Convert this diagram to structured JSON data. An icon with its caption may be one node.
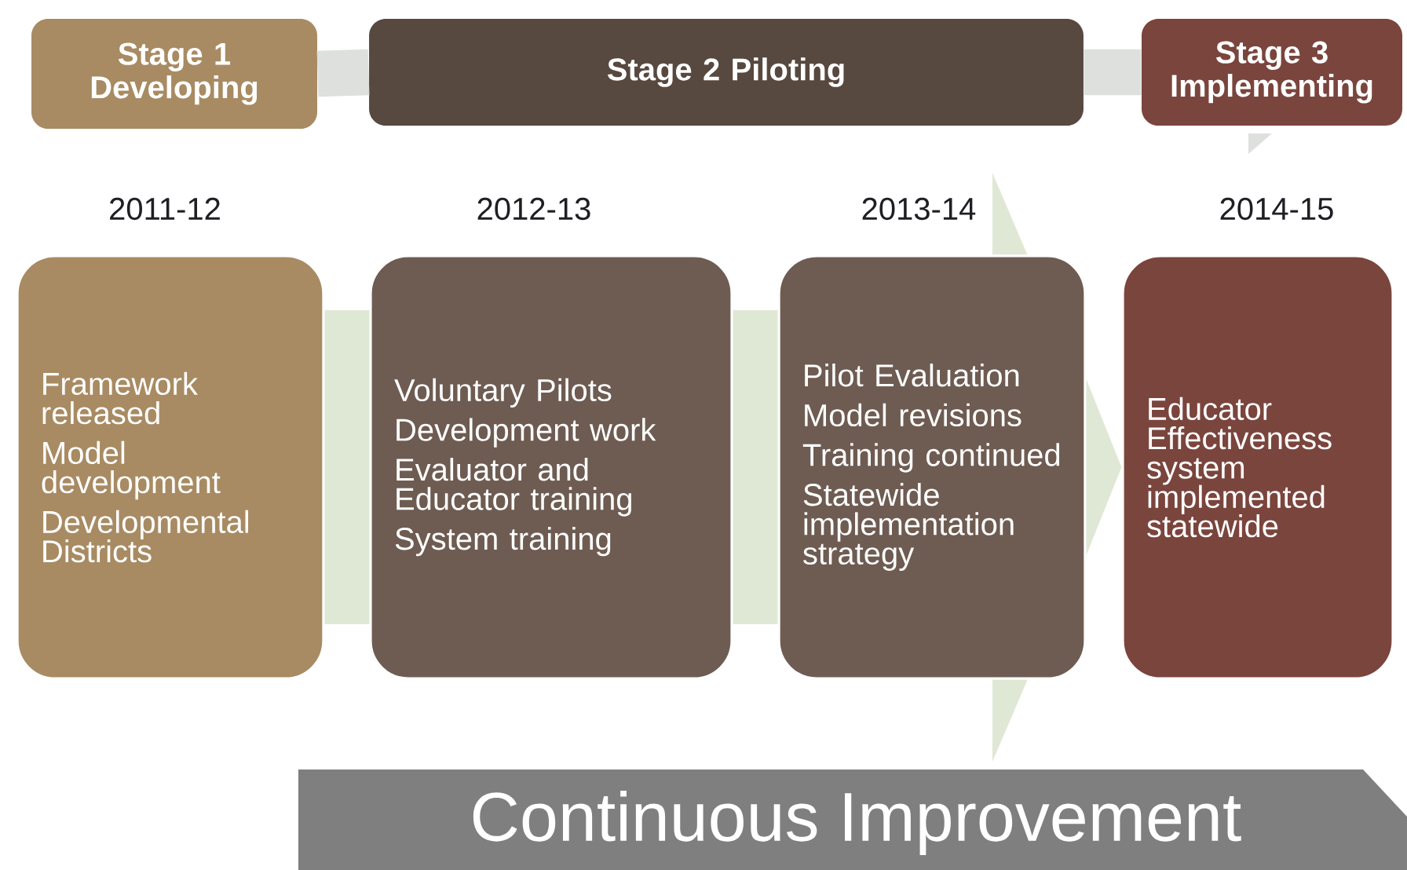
{
  "diagram": {
    "nodes": [
      {
        "text": [
          "Stage 1 Developing"
        ]
      },
      {
        "text": [
          "Stage 2 Piloting"
        ]
      },
      {
        "text": [
          "Stage 3 Implementing"
        ]
      },
      {
        "text": [
          "Framework released",
          "Model development",
          "Developmental Districts"
        ],
        "beside": [
          "2011-12"
        ]
      },
      {
        "text": [
          "Voluntary Pilots",
          "Development work",
          "Evaluator and Educator training",
          "System training"
        ],
        "beside": [
          "2012-13"
        ]
      },
      {
        "text": [
          "Pilot Evaluation",
          "Model revisions",
          "Training continued",
          "Statewide implementation strategy"
        ],
        "beside": [
          "2013-14"
        ]
      },
      {
        "text": [
          "Educator Effectiveness system implemented statewide"
        ],
        "beside": [
          "2014-15"
        ]
      },
      {
        "text": [
          "Continuous Improvement"
        ]
      }
    ],
    "edges": [
      {
        "from": 0,
        "to": 1,
        "arrow": "none"
      },
      {
        "from": 1,
        "to": 2,
        "arrow": "none"
      },
      {
        "from": 3,
        "to": 4,
        "arrow": "none",
        "style": "thick",
        "color": "#dfe8d5"
      },
      {
        "from": 4,
        "to": 5,
        "arrow": "none",
        "style": "thick",
        "color": "#dfe8d5"
      },
      {
        "from": 5,
        "to": 6,
        "arrow": "to",
        "color": "#dfe8d5"
      }
    ]
  }
}
